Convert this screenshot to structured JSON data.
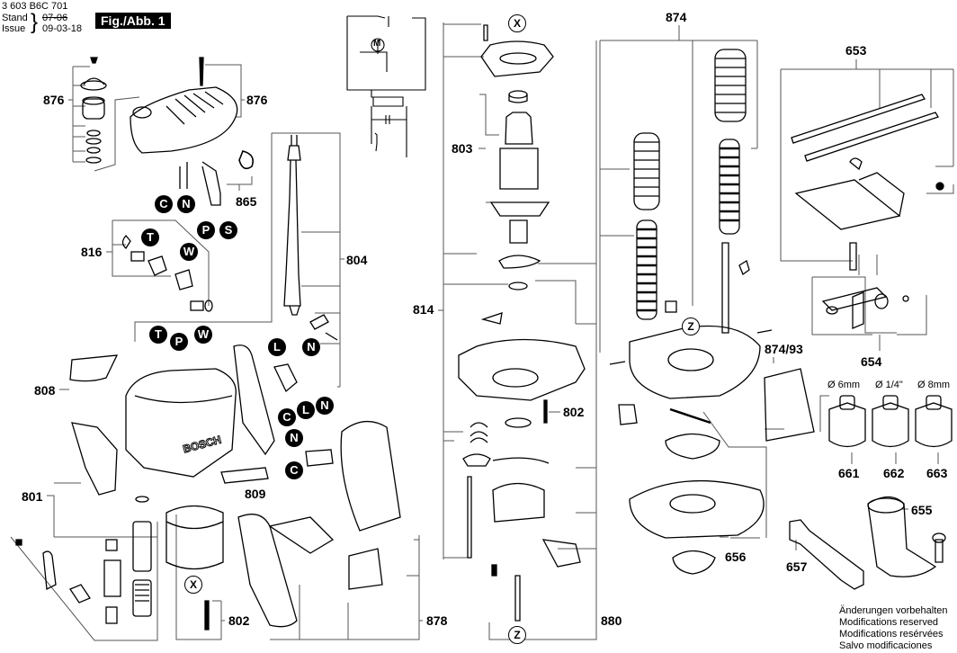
{
  "header": {
    "doc_number": "3 603 B6C 701",
    "stand_label": "Stand",
    "issue_label": "Issue",
    "old_date": "07-06",
    "issue_date": "09-03-18",
    "figure_title": "Fig./Abb. 1"
  },
  "part_labels": {
    "p876a": "876",
    "p876b": "876",
    "p865": "865",
    "p816": "816",
    "p804": "804",
    "p808": "808",
    "p809": "809",
    "p801": "801",
    "p802a": "802",
    "p878": "878",
    "p803": "803",
    "p814": "814",
    "p802b": "802",
    "p880": "880",
    "p874": "874",
    "p874_93": "874/93",
    "p653": "653",
    "p654": "654",
    "p661": "661",
    "p662": "662",
    "p663": "663",
    "p655": "655",
    "p656": "656",
    "p657": "657"
  },
  "collet_sizes": {
    "c661": "Ø 6mm",
    "c662": "Ø 1/4\"",
    "c663": "Ø 8mm"
  },
  "wire_markers": {
    "m1": "C",
    "m2": "N",
    "m3": "P",
    "m4": "S",
    "m5": "T",
    "m6": "W",
    "m7": "T",
    "m8": "P",
    "m9": "W",
    "m10": "L",
    "m11": "N",
    "m12": "C",
    "m13": "L",
    "m14": "N",
    "m15": "N",
    "m16": "C"
  },
  "reference_markers": {
    "x_top": "X",
    "x_bottom": "X",
    "z_base": "Z",
    "z_bottom": "Z"
  },
  "schematic": {
    "motor_symbol": "M"
  },
  "housing_brand": "BOSCH",
  "footer_notes": [
    "Änderungen vorbehalten",
    "Modifications reserved",
    "Modifications resérvées",
    "Salvo modificaciones"
  ]
}
